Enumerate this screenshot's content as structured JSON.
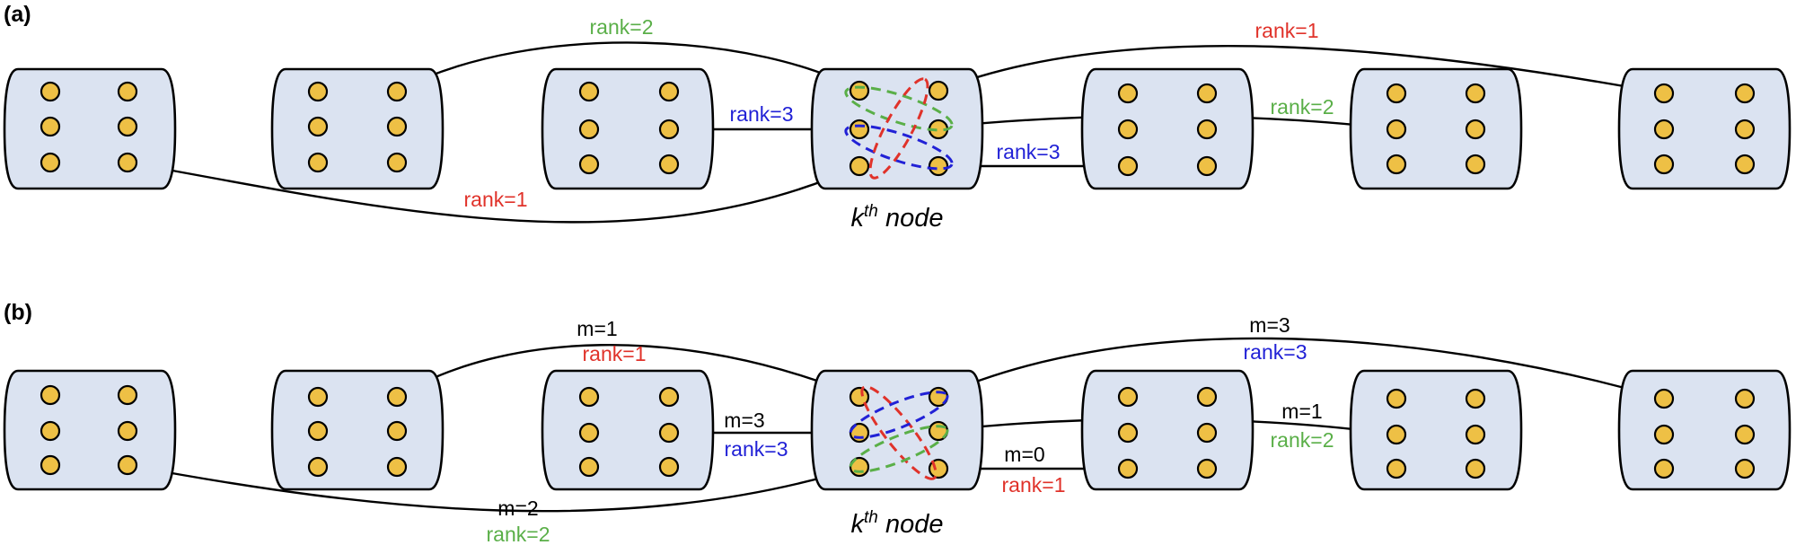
{
  "colors": {
    "rank1": "#e0322a",
    "rank2": "#5aaf48",
    "rank3": "#2121d6",
    "m": "#000000",
    "node_fill": "#dbe3f1",
    "dot_fill": "#eec045"
  },
  "panel_a": {
    "label": "(a)",
    "k_node": {
      "k": "k",
      "sup": "th",
      "rest": " node"
    },
    "edge_labels": [
      {
        "id": "a-left-top",
        "text": "rank=2",
        "color": "rank2"
      },
      {
        "id": "a-left-mid",
        "text": "rank=3",
        "color": "rank3"
      },
      {
        "id": "a-left-bot",
        "text": "rank=1",
        "color": "rank1"
      },
      {
        "id": "a-right-top",
        "text": "rank=1",
        "color": "rank1"
      },
      {
        "id": "a-right-mid",
        "text": "rank=2",
        "color": "rank2"
      },
      {
        "id": "a-right-bot",
        "text": "rank=3",
        "color": "rank3"
      }
    ]
  },
  "panel_b": {
    "label": "(b)",
    "k_node": {
      "k": "k",
      "sup": "th",
      "rest": " node"
    },
    "edge_labels": [
      {
        "id": "b-left-top",
        "m": "m=1",
        "rank": "rank=1",
        "color": "rank1"
      },
      {
        "id": "b-left-mid",
        "m": "m=3",
        "rank": "rank=3",
        "color": "rank3"
      },
      {
        "id": "b-left-bot",
        "m": "m=2",
        "rank": "rank=2",
        "color": "rank2"
      },
      {
        "id": "b-right-top",
        "m": "m=3",
        "rank": "rank=3",
        "color": "rank3"
      },
      {
        "id": "b-right-mid",
        "m": "m=1",
        "rank": "rank=2",
        "color": "rank2"
      },
      {
        "id": "b-right-bot",
        "m": "m=0",
        "rank": "rank=1",
        "color": "rank1"
      }
    ]
  }
}
